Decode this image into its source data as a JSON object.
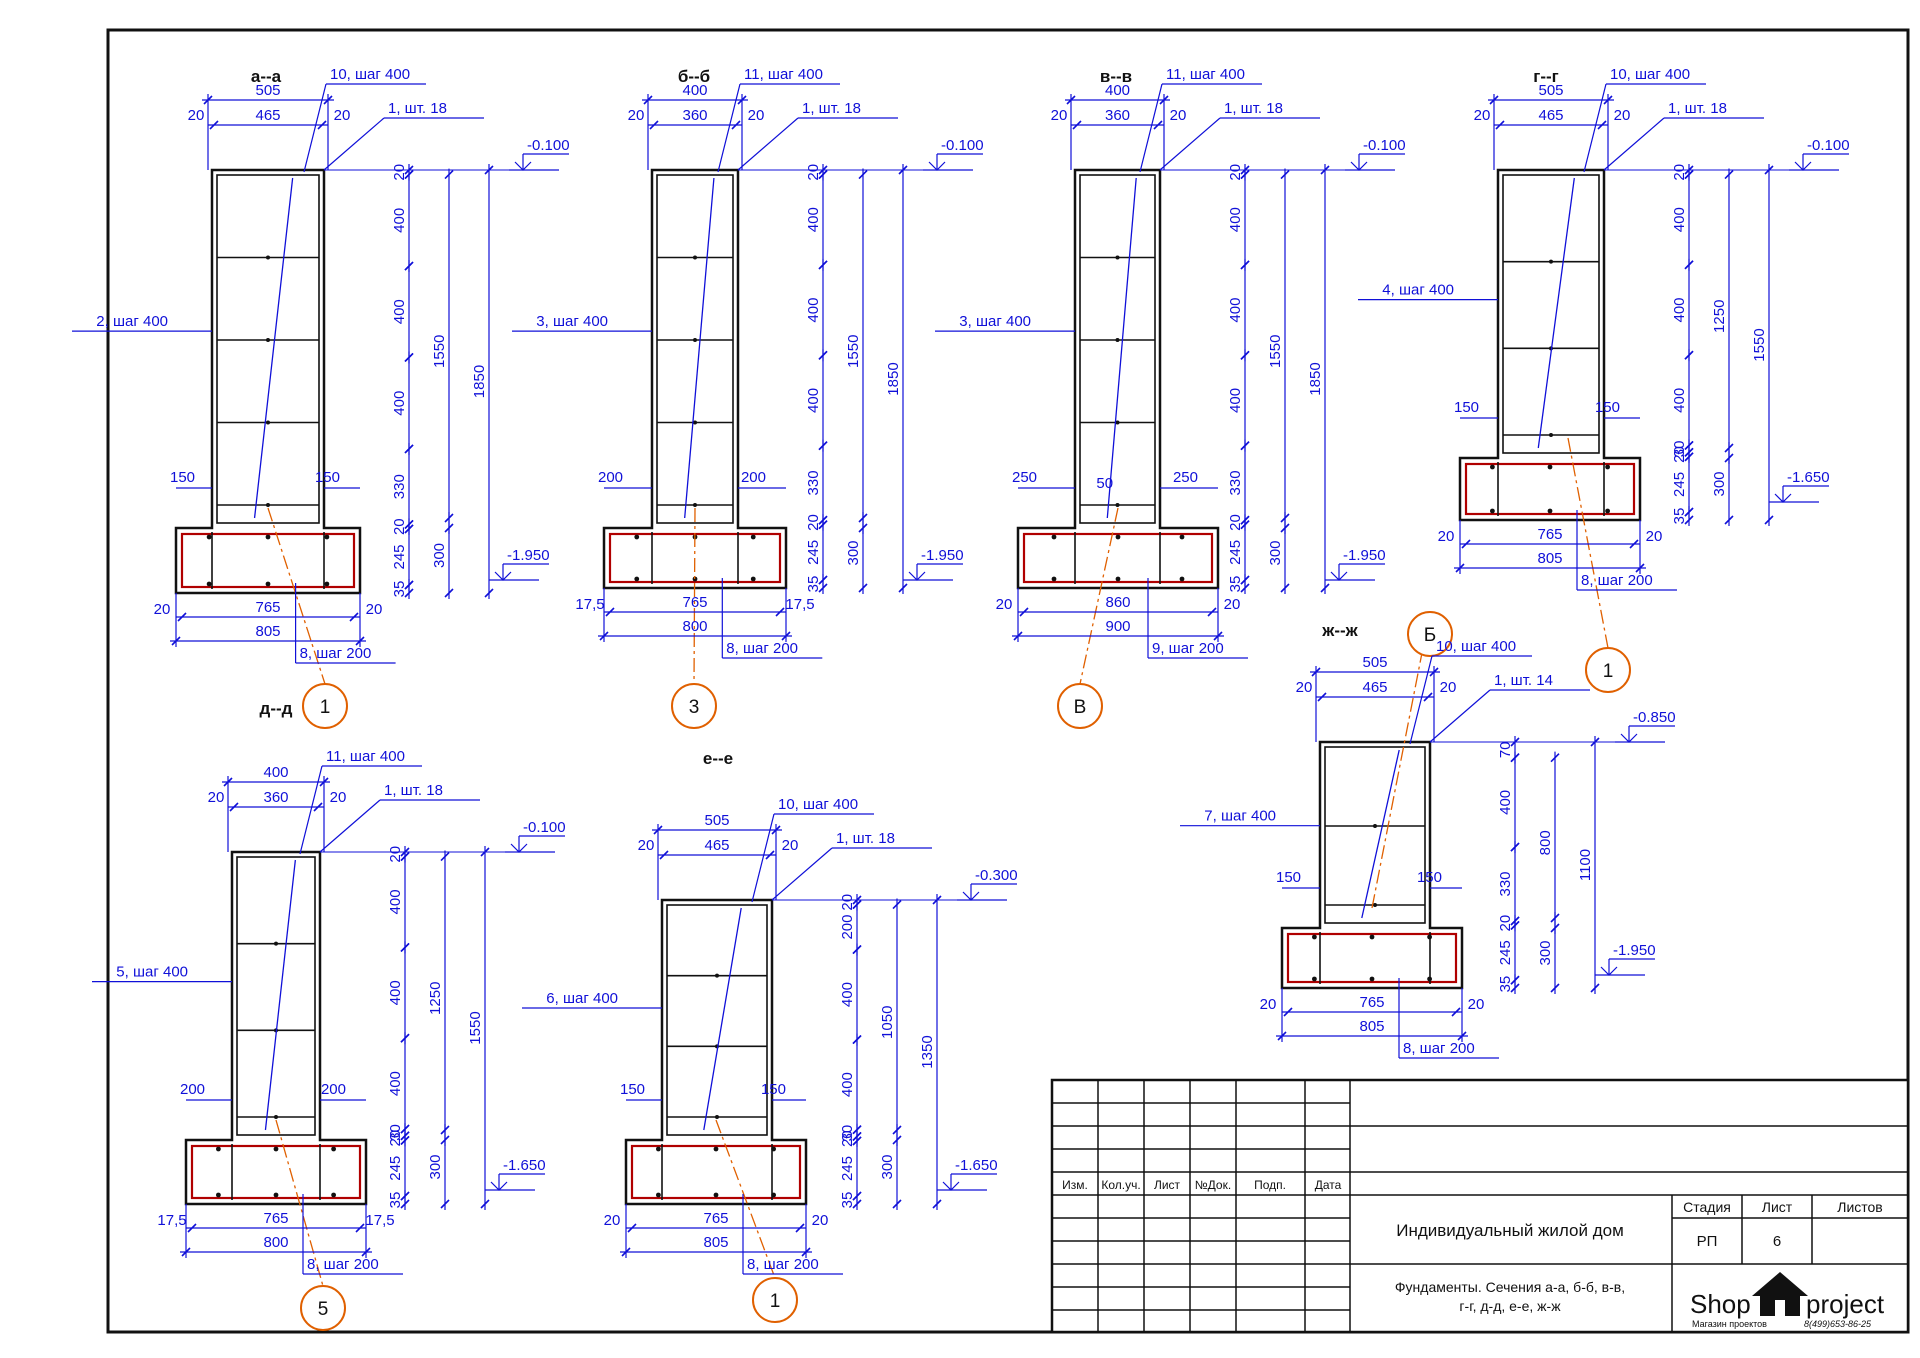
{
  "sections": [
    {
      "id": "a",
      "title": "а--а",
      "top_width": "505",
      "top_inner": "465",
      "top_side": "20",
      "callout_top": "10, шаг 400",
      "callout_corner": "1, шт. 18",
      "callout_side": "2, шаг 400",
      "level_top": "-0.100",
      "level_bottom": "-1.950",
      "heights": [
        "20",
        "400",
        "400",
        "400",
        "330",
        "20",
        "245",
        "35"
      ],
      "h_total": "1550",
      "h_full": "1850",
      "h_base": "300",
      "ledge_l": "150",
      "ledge_r": "150",
      "base_side": "20",
      "base_inner": "765",
      "base_width": "805",
      "callout_bottom": "8, шаг 200",
      "axis": "1"
    },
    {
      "id": "b",
      "title": "б--б",
      "top_width": "400",
      "top_inner": "360",
      "top_side": "20",
      "callout_top": "11, шаг 400",
      "callout_corner": "1, шт. 18",
      "callout_side": "3, шаг 400",
      "level_top": "-0.100",
      "level_bottom": "-1.950",
      "heights": [
        "20",
        "400",
        "400",
        "400",
        "330",
        "20",
        "245",
        "35"
      ],
      "h_total": "1550",
      "h_full": "1850",
      "h_base": "300",
      "ledge_l": "200",
      "ledge_r": "200",
      "base_side": "17,5",
      "base_inner": "765",
      "base_width": "800",
      "callout_bottom": "8, шаг 200",
      "axis": "3"
    },
    {
      "id": "v",
      "title": "в--в",
      "top_width": "400",
      "top_inner": "360",
      "top_side": "20",
      "callout_top": "11, шаг 400",
      "callout_corner": "1, шт. 18",
      "callout_side": "3, шаг 400",
      "level_top": "-0.100",
      "level_bottom": "-1.950",
      "heights": [
        "20",
        "400",
        "400",
        "400",
        "330",
        "20",
        "245",
        "35"
      ],
      "h_total": "1550",
      "h_full": "1850",
      "h_base": "300",
      "ledge_l": "250",
      "ledge_r": "250",
      "ledge_mid": "50",
      "base_side": "20",
      "base_inner": "860",
      "base_width": "900",
      "callout_bottom": "9, шаг 200",
      "axis": "В"
    },
    {
      "id": "g",
      "title": "г--г",
      "top_width": "505",
      "top_inner": "465",
      "top_side": "20",
      "callout_top": "10, шаг 400",
      "callout_corner": "1, шт. 18",
      "callout_side": "4, шаг 400",
      "level_top": "-0.100",
      "level_bottom": "-1.650",
      "heights": [
        "20",
        "400",
        "400",
        "400",
        "30",
        "20",
        "245",
        "35"
      ],
      "h_total": "1250",
      "h_full": "1550",
      "h_base": "300",
      "ledge_l": "150",
      "ledge_r": "150",
      "base_side": "20",
      "base_inner": "765",
      "base_width": "805",
      "callout_bottom": "8, шаг 200",
      "axis": "1"
    },
    {
      "id": "d",
      "title": "д--д",
      "top_width": "400",
      "top_inner": "360",
      "top_side": "20",
      "callout_top": "11, шаг 400",
      "callout_corner": "1, шт. 18",
      "callout_side": "5, шаг 400",
      "level_top": "-0.100",
      "level_bottom": "-1.650",
      "heights": [
        "20",
        "400",
        "400",
        "400",
        "30",
        "20",
        "245",
        "35"
      ],
      "h_total": "1250",
      "h_full": "1550",
      "h_base": "300",
      "ledge_l": "200",
      "ledge_r": "200",
      "base_side": "17,5",
      "base_inner": "765",
      "base_width": "800",
      "callout_bottom": "8, шаг 200",
      "axis": "5"
    },
    {
      "id": "e",
      "title": "е--е",
      "top_width": "505",
      "top_inner": "465",
      "top_side": "20",
      "callout_top": "10, шаг 400",
      "callout_corner": "1, шт. 18",
      "callout_side": "6, шаг 400",
      "level_top": "-0.300",
      "level_bottom": "-1.650",
      "heights": [
        "20",
        "200",
        "400",
        "400",
        "30",
        "20",
        "245",
        "35"
      ],
      "h_total": "1050",
      "h_full": "1350",
      "h_base": "300",
      "ledge_l": "150",
      "ledge_r": "150",
      "base_side": "20",
      "base_inner": "765",
      "base_width": "805",
      "callout_bottom": "8, шаг 200",
      "axis": "1"
    },
    {
      "id": "zh",
      "title": "ж--ж",
      "top_width": "505",
      "top_inner": "465",
      "top_side": "20",
      "callout_top": "10, шаг 400",
      "callout_corner": "1, шт. 14",
      "callout_side": "7, шаг 400",
      "level_top": "-0.850",
      "level_bottom": "-1.950",
      "heights": [
        "70",
        "400",
        "330",
        "20",
        "245",
        "35"
      ],
      "h_total": "800",
      "h_full": "1100",
      "h_base": "300",
      "ledge_l": "150",
      "ledge_r": "150",
      "base_side": "20",
      "base_inner": "765",
      "base_width": "805",
      "callout_bottom": "8, шаг 200",
      "axis": "Б"
    }
  ],
  "title_block": {
    "columns": [
      "Изм.",
      "Кол.уч.",
      "Лист",
      "№Док.",
      "Подп.",
      "Дата"
    ],
    "project": "Индивидуальный жилой дом",
    "sheet_title_1": "Фундаменты. Сечения а-а, б-б, в-в,",
    "sheet_title_2": "г-г, д-д, е-е, ж-ж",
    "stage_label": "Стадия",
    "sheet_label": "Лист",
    "sheets_label": "Листов",
    "stage": "РП",
    "sheet": "6",
    "logo_left": "Shop",
    "logo_right": "project",
    "logo_sub": "Магазин проектов",
    "phone": "8(499)653-86-25"
  },
  "colors": {
    "dimension": "#1010d8",
    "rebar": "#b00000",
    "axis": "#e06000",
    "outline": "#111111"
  }
}
